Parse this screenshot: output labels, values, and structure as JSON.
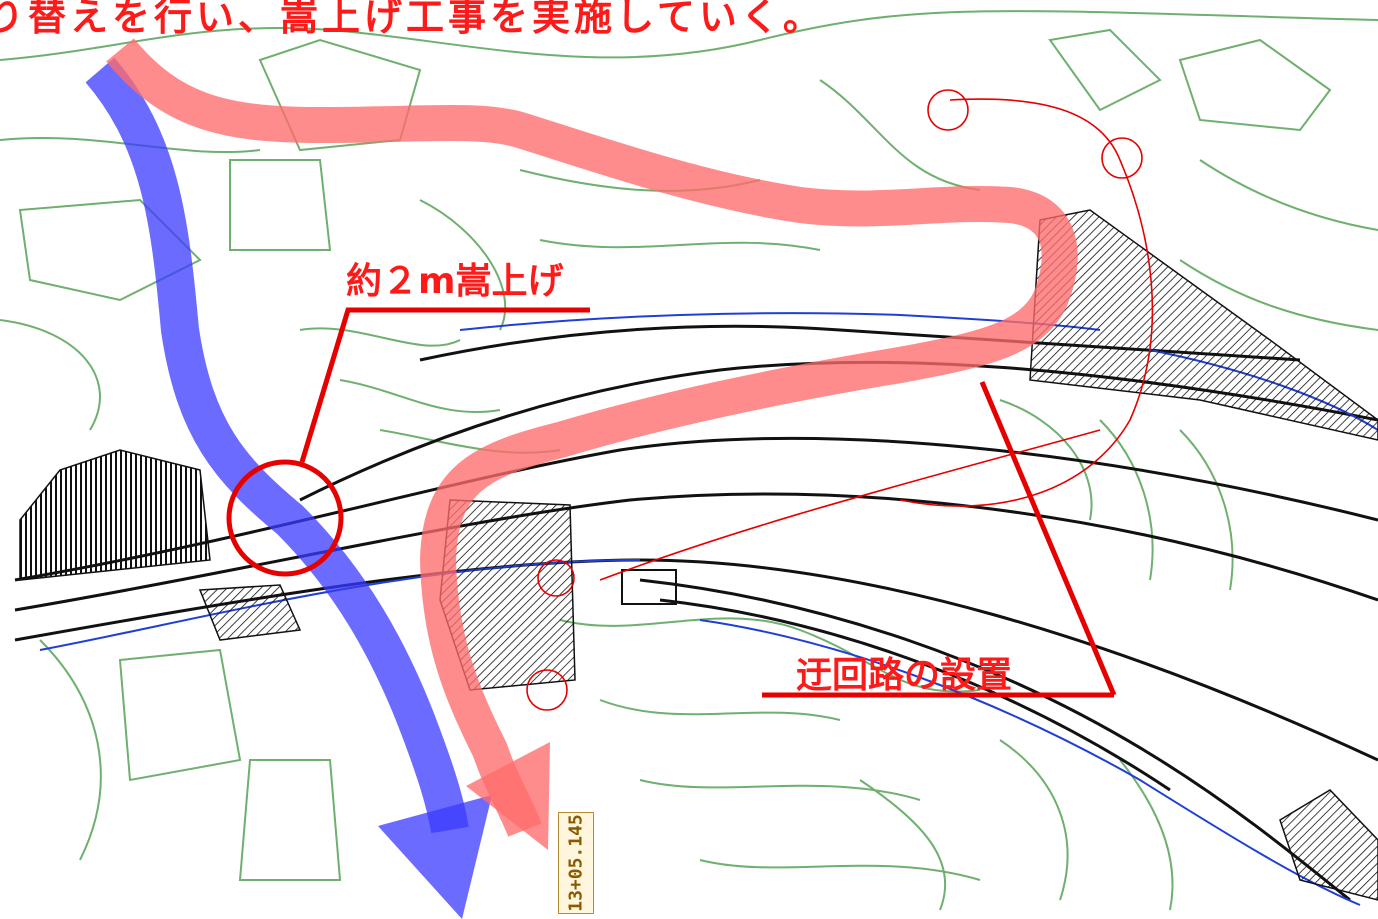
{
  "header": {
    "caption": "り替えを行い、嵩上げ工事を実施していく。"
  },
  "annotations": {
    "raise_label": "約２m嵩上げ",
    "detour_label": "迂回路の設置",
    "station_label": "13+05.145"
  },
  "legend_colors": {
    "existing_road_flow": "#4d4dff",
    "detour_route": "#ff6b6b",
    "callout_red": "#e60000",
    "basemap_lines": "#6fb06f",
    "road_lines": "#111111",
    "water_lines": "#1f3fd6"
  }
}
